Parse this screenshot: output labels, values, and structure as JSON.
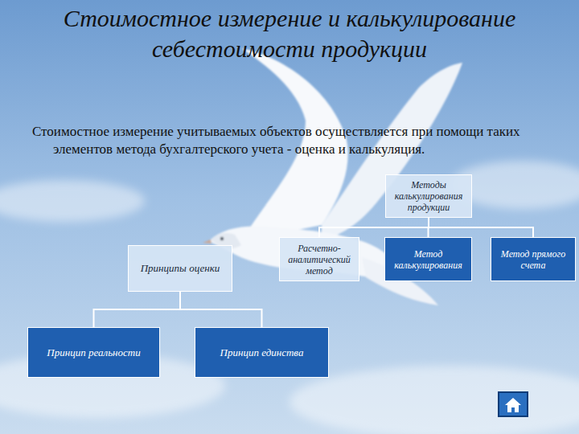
{
  "diagram": {
    "title": "Стоимостное измерение и калькулирование себестоимости продукции",
    "nodes": [
      {
        "text": [
          "Методы калькулирования продукции"
        ]
      },
      {
        "text": [
          "Расчетно-аналитический метод"
        ]
      },
      {
        "text": [
          "Метод калькулирования"
        ]
      },
      {
        "text": [
          "Метод прямого счета"
        ]
      },
      {
        "text": [
          "Принципы оценки"
        ]
      },
      {
        "text": [
          "Принцип реальности"
        ]
      },
      {
        "text": [
          "Принцип единства"
        ]
      }
    ],
    "edges": [
      {
        "from": 0,
        "to": 1,
        "arrow": "none"
      },
      {
        "from": 0,
        "to": 2,
        "arrow": "none"
      },
      {
        "from": 0,
        "to": 3,
        "arrow": "none"
      },
      {
        "from": 4,
        "to": 5,
        "arrow": "none"
      },
      {
        "from": 4,
        "to": 6,
        "arrow": "none"
      }
    ],
    "labels": [
      "Стоимостное измерение учитываемых объектов осуществляется при помощи таких элементов метода бухгалтерского учета - оценка и калькуляция."
    ]
  }
}
